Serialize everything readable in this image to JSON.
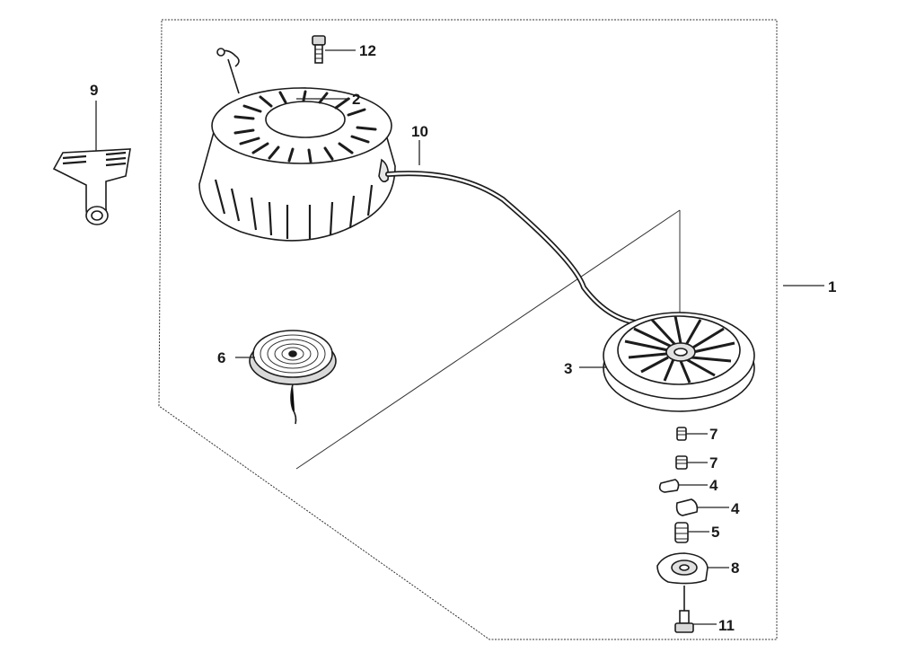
{
  "diagram": {
    "callouts": {
      "c1": "1",
      "c2": "2",
      "c3": "3",
      "c4a": "4",
      "c4b": "4",
      "c5": "5",
      "c6": "6",
      "c7a": "7",
      "c7b": "7",
      "c8": "8",
      "c9": "9",
      "c10": "10",
      "c11": "11",
      "c12": "12"
    },
    "colors": {
      "ink": "#1c1c1c",
      "paper": "#ffffff",
      "shade": "#cfcfcf"
    }
  }
}
